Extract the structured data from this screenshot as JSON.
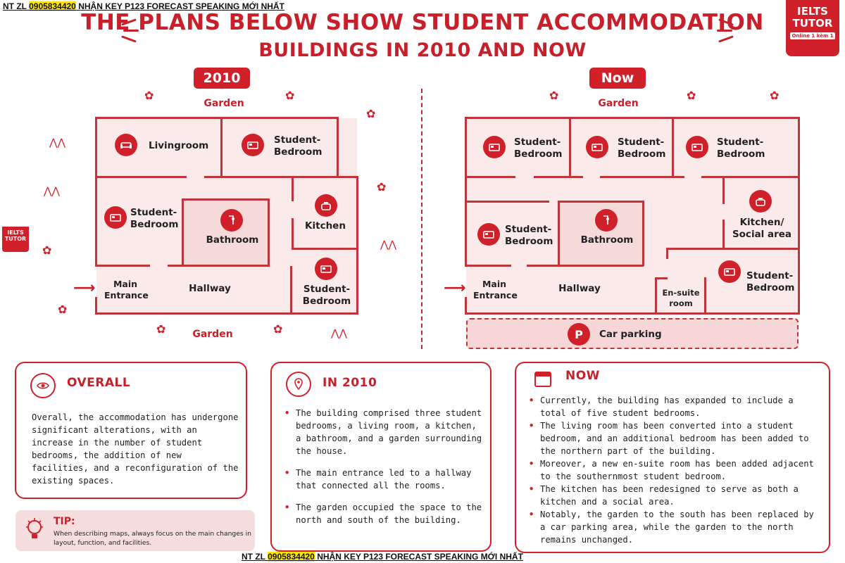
{
  "promo": {
    "prefix": "NT ZL ",
    "phone": "0905834420",
    "suffix": " NHẬN KEY P123 FORECAST SPEAKING MỚI NHẤT"
  },
  "title": {
    "line1": "THE PLANS BELOW SHOW STUDENT ACCOMMODATION",
    "line2": "BUILDINGS IN 2010 AND NOW"
  },
  "logo": {
    "line1": "IELTS",
    "line2": "TUTOR",
    "sub": "Online 1 kèm 1"
  },
  "mini_logo": "IELTS TUTOR",
  "colors": {
    "accent": "#d0212a",
    "wall": "#c0353b",
    "room_fill": "#fbeaea"
  },
  "plan_2010": {
    "tag": "2010",
    "garden_top": "Garden",
    "garden_bottom": "Garden",
    "rooms": {
      "livingroom": "Livingroom",
      "bedroom_top": "Student-\nBedroom",
      "bedroom_left": "Student-\nBedroom",
      "bathroom": "Bathroom",
      "kitchen": "Kitchen",
      "hallway": "Hallway",
      "bedroom_right": "Student-\nBedroom"
    },
    "entrance": "Main\nEntrance"
  },
  "plan_now": {
    "tag": "Now",
    "garden_top": "Garden",
    "rooms": {
      "bedroom_1": "Student-\nBedroom",
      "bedroom_2": "Student-\nBedroom",
      "bedroom_3": "Student-\nBedroom",
      "bedroom_left": "Student-\nBedroom",
      "bathroom": "Bathroom",
      "kitchen": "Kitchen/\nSocial area",
      "hallway": "Hallway",
      "ensuite": "En-suite\nroom",
      "bedroom_right": "Student-\nBedroom"
    },
    "entrance": "Main\nEntrance",
    "parking": "Car parking",
    "parking_icon": "P"
  },
  "overall": {
    "heading": "OVERALL",
    "icon": "eye-icon",
    "text": "Overall, the accommodation has undergone significant alterations, with an increase in the number of student bedrooms, the addition of new facilities, and a reconfiguration of the existing spaces."
  },
  "in2010": {
    "heading": "IN 2010",
    "icon": "location-pin-icon",
    "bullets": [
      "The building comprised three student bedrooms, a living room, a kitchen, a bathroom, and a garden surrounding the house.",
      "The main entrance led to a hallway that connected all the rooms.",
      "The garden occupied the space to the north and south of the building."
    ]
  },
  "now": {
    "heading": "NOW",
    "icon": "calendar-icon",
    "bullets": [
      "Currently, the building has expanded to include a total of five student bedrooms.",
      "The living room has been converted into a student bedroom, and an additional bedroom has been added to the northern part of the building.",
      "Moreover, a new en-suite room has been added adjacent to the southernmost student bedroom.",
      "The kitchen has been redesigned to serve as both a kitchen and a social area.",
      "Notably, the garden to the south has been replaced by a car parking area, while the garden to the north remains unchanged."
    ]
  },
  "tip": {
    "heading": "TIP:",
    "icon": "lightbulb-icon",
    "text": "When describing maps, always focus on the main changes in layout, function, and facilities."
  }
}
